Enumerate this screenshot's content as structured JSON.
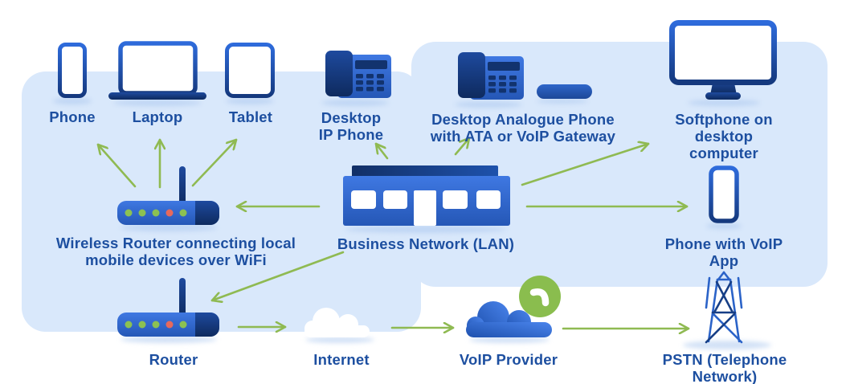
{
  "diagram": {
    "type": "network-topology",
    "nodes": [
      {
        "id": "phone",
        "label": "Phone",
        "icon": "smartphone-icon"
      },
      {
        "id": "laptop",
        "label": "Laptop",
        "icon": "laptop-icon"
      },
      {
        "id": "tablet",
        "label": "Tablet",
        "icon": "tablet-icon"
      },
      {
        "id": "desktop-ip-phone",
        "label": "Desktop\nIP Phone",
        "icon": "desk-phone-icon"
      },
      {
        "id": "analogue-phone",
        "label": "Desktop Analogue Phone\nwith ATA or VoIP Gateway",
        "icon": "desk-phone-with-ata-box-icon"
      },
      {
        "id": "softphone",
        "label": "Softphone on\ndesktop computer",
        "icon": "desktop-monitor-icon"
      },
      {
        "id": "wireless-router",
        "label": "Wireless Router connecting local\nmobile devices over WiFi",
        "icon": "wifi-router-icon"
      },
      {
        "id": "business-lan",
        "label": "Business Network (LAN)",
        "icon": "office-building-icon"
      },
      {
        "id": "voip-app-phone",
        "label": "Phone with VoIP\nApp",
        "icon": "smartphone-outline-icon"
      },
      {
        "id": "router",
        "label": "Router",
        "icon": "wifi-router-icon"
      },
      {
        "id": "internet",
        "label": "Internet",
        "icon": "cloud-icon"
      },
      {
        "id": "voip-provider",
        "label": "VoIP Provider",
        "icon": "cloud-with-phone-badge-icon"
      },
      {
        "id": "pstn",
        "label": "PSTN (Telephone Network)",
        "icon": "telephone-tower-icon"
      }
    ],
    "connections": [
      {
        "from": "wireless-router",
        "to": "phone"
      },
      {
        "from": "wireless-router",
        "to": "laptop"
      },
      {
        "from": "wireless-router",
        "to": "tablet"
      },
      {
        "from": "business-lan",
        "to": "desktop-ip-phone"
      },
      {
        "from": "business-lan",
        "to": "analogue-phone"
      },
      {
        "from": "business-lan",
        "to": "softphone"
      },
      {
        "from": "business-lan",
        "to": "voip-app-phone"
      },
      {
        "from": "business-lan",
        "to": "wireless-router"
      },
      {
        "from": "business-lan",
        "to": "router"
      },
      {
        "from": "router",
        "to": "internet"
      },
      {
        "from": "internet",
        "to": "voip-provider"
      },
      {
        "from": "voip-provider",
        "to": "pstn"
      }
    ],
    "colors": {
      "background": "#ffffff",
      "panel_blue": "#d9e8fb",
      "label_text": "#1d4fa0",
      "arrow_green": "#8fba52",
      "device_blue": "#3a72d8",
      "device_navy": "#153a7e",
      "led_green": "#8cc152",
      "led_red": "#e7695c",
      "badge_green": "#8abd4e",
      "cloud_white": "#ffffff"
    }
  }
}
